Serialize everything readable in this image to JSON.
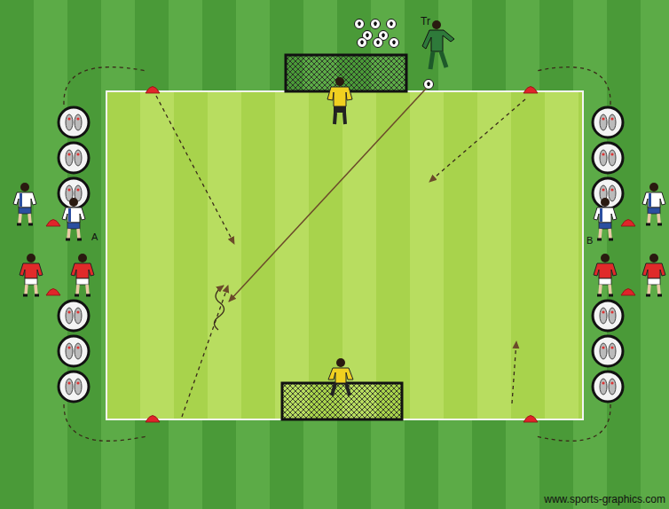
{
  "diagram": {
    "labels": [
      "Tr",
      "A",
      "B",
      "www.sports-graphics.com"
    ]
  }
}
